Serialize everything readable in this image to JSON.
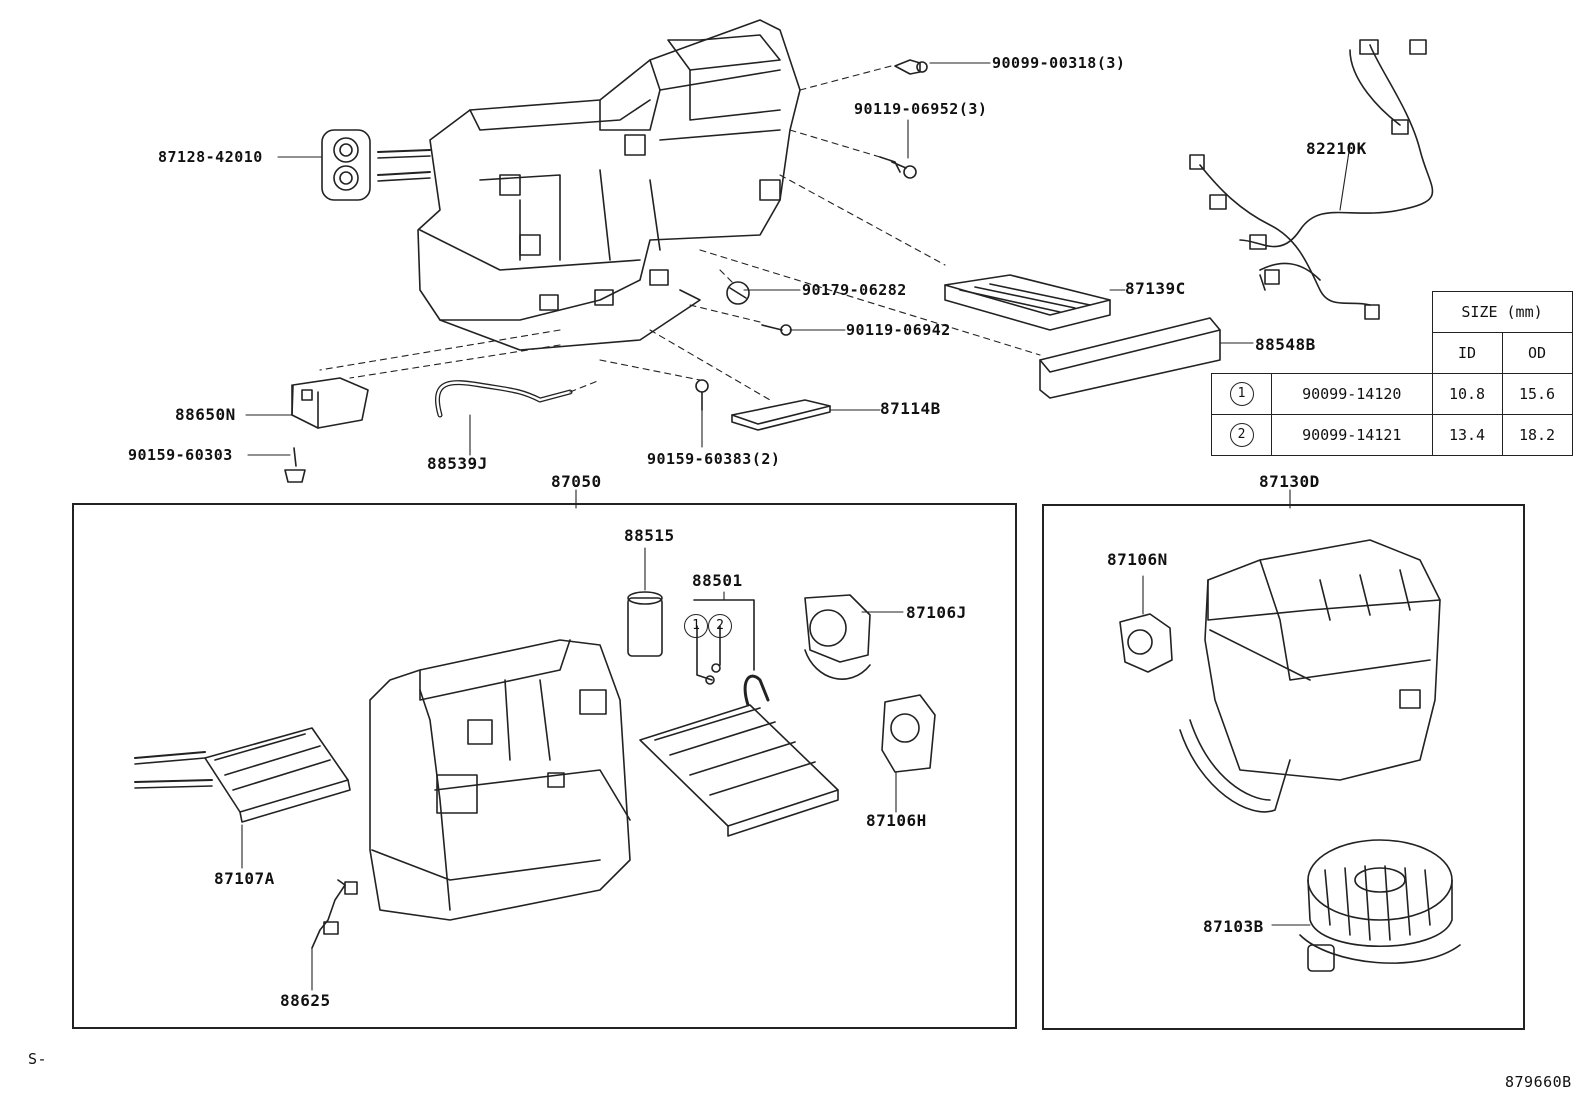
{
  "labels": {
    "p87128": "87128-42010",
    "p90099_00318": "90099-00318(3)",
    "p90119_06952": "90119-06952(3)",
    "p82210K": "82210K",
    "p87139C": "87139C",
    "p90179": "90179-06282",
    "p90119_06942": "90119-06942",
    "p88548B": "88548B",
    "p88650N": "88650N",
    "p90159_60303": "90159-60303",
    "p88539J": "88539J",
    "p90159_60383": "90159-60383(2)",
    "p87114B": "87114B",
    "p87050": "87050",
    "p87130D": "87130D",
    "p88515": "88515",
    "p88501": "88501",
    "p87106J": "87106J",
    "p87106H": "87106H",
    "p87107A": "87107A",
    "p88625": "88625",
    "p87106N": "87106N",
    "p87103B": "87103B",
    "mark1": "1",
    "mark2": "2",
    "corner_left": "S-",
    "diagram_id": "879660B"
  },
  "size_table": {
    "header": "SIZE (mm)",
    "col_id": "ID",
    "col_od": "OD",
    "rows": [
      {
        "mark": "1",
        "part": "90099-14120",
        "id": "10.8",
        "od": "15.6"
      },
      {
        "mark": "2",
        "part": "90099-14121",
        "id": "13.4",
        "od": "18.2"
      }
    ]
  }
}
